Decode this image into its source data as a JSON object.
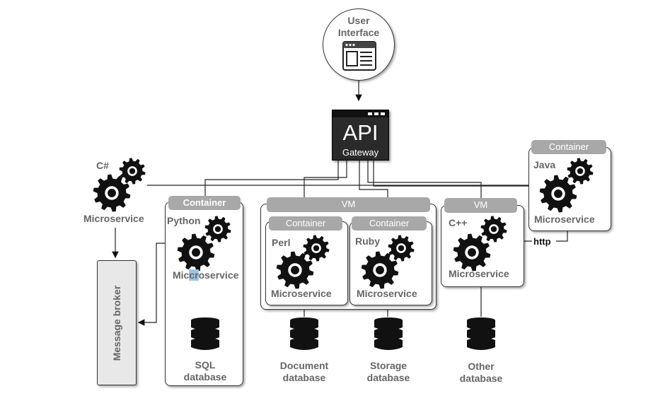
{
  "user_interface": {
    "label_line1": "User",
    "label_line2": "Interface",
    "icon": "browser-window-icon"
  },
  "api_gateway": {
    "title": "API",
    "subtitle": "Gateway"
  },
  "services": {
    "csharp": {
      "language": "C#",
      "label": "Microservice"
    },
    "python": {
      "container": "Container",
      "language": "Python",
      "label_a": "Mic",
      "label_hl": "cr",
      "label_b": "oservice",
      "db_line1": "SQL",
      "db_line2": "database"
    },
    "vm_middle": {
      "header": "VM"
    },
    "perl": {
      "container": "Container",
      "language": "Perl",
      "label": "Microservice"
    },
    "ruby": {
      "container": "Container",
      "language": "Ruby",
      "label": "Microservice"
    },
    "cpp": {
      "vm": "VM",
      "language": "C++",
      "label": "Microservice",
      "db_line1": "Other",
      "db_line2": "database"
    },
    "java": {
      "container": "Container",
      "language": "Java",
      "label": "Microservice"
    }
  },
  "databases": {
    "document": {
      "line1": "Document",
      "line2": "database"
    },
    "storage": {
      "line1": "Storage",
      "line2": "database"
    }
  },
  "message_broker": {
    "label": "Message broker"
  },
  "http_label": "http",
  "colors": {
    "stroke": "#222222",
    "header_gray": "#a8a8a8",
    "label_gray": "#666666",
    "highlight": "#9ec3e6"
  }
}
